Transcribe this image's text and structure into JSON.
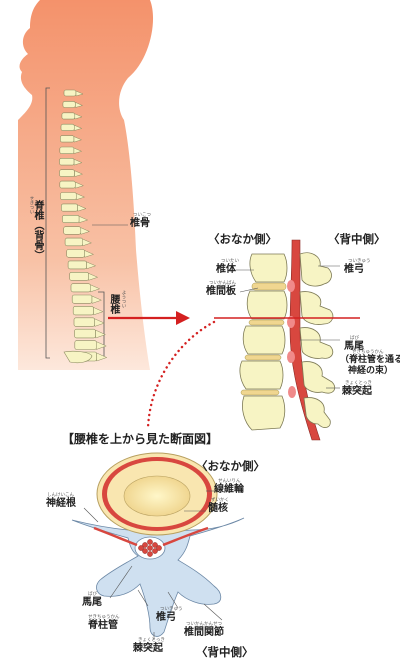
{
  "side_view": {
    "spine_label": "脊椎（背骨）",
    "spine_ruby": "せきつい",
    "vertebra_label": "椎骨",
    "vertebra_ruby": "ついこつ",
    "lumbar_label": "腰椎",
    "lumbar_ruby": "ようつい"
  },
  "lumbar_detail": {
    "front_header": "〈おなか側〉",
    "back_header": "〈背中側〉",
    "vertebral_body": "椎体",
    "vertebral_body_ruby": "ついたい",
    "disc": "椎間板",
    "disc_ruby": "ついかんばん",
    "arch": "椎弓",
    "arch_ruby": "ついきゅう",
    "cauda": "馬尾",
    "cauda_ruby": "ばび",
    "cauda_note_line1": "（脊柱管を通る",
    "cauda_note_line2": "神経の束）",
    "cauda_note_ruby": "せきちゅうかん",
    "spinous": "棘突起",
    "spinous_ruby": "きょくとっき"
  },
  "cross_section": {
    "title": "【腰椎を上から見た断面図】",
    "front_header": "〈おなか側〉",
    "back_header": "〈背中側〉",
    "annulus": "線維輪",
    "annulus_ruby": "せんいりん",
    "nucleus": "髄核",
    "nucleus_ruby": "ずいかく",
    "nerve_root": "神経根",
    "nerve_root_ruby": "しんけいこん",
    "cauda": "馬尾",
    "cauda_ruby": "ばび",
    "canal": "脊柱管",
    "canal_ruby": "せきちゅうかん",
    "arch": "椎弓",
    "arch_ruby": "ついきゅう",
    "facet": "椎間関節",
    "facet_ruby": "ついかんかんせつ",
    "spinous": "棘突起",
    "spinous_ruby": "きょくとっき"
  },
  "colors": {
    "skin": "#f4a07a",
    "bone": "#f7f4c4",
    "bone_stroke": "#8a8a60",
    "disc": "#f08a8a",
    "nerve": "#d8473f",
    "arrow": "#d42020",
    "section_blue": "#c8dcef"
  }
}
